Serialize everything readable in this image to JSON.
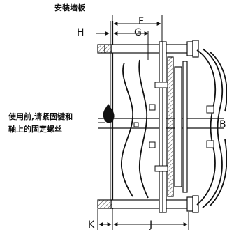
{
  "annotations": {
    "wall_plate": "安装墙板",
    "note_line1": "使用前,请紧固键和",
    "note_line2": "轴上的固定螺丝"
  },
  "dimensions": {
    "H": "H",
    "G": "G",
    "F": "F",
    "K": "K",
    "J": "J",
    "B": "B"
  },
  "colors": {
    "line": "#111111",
    "background": "#ffffff"
  }
}
